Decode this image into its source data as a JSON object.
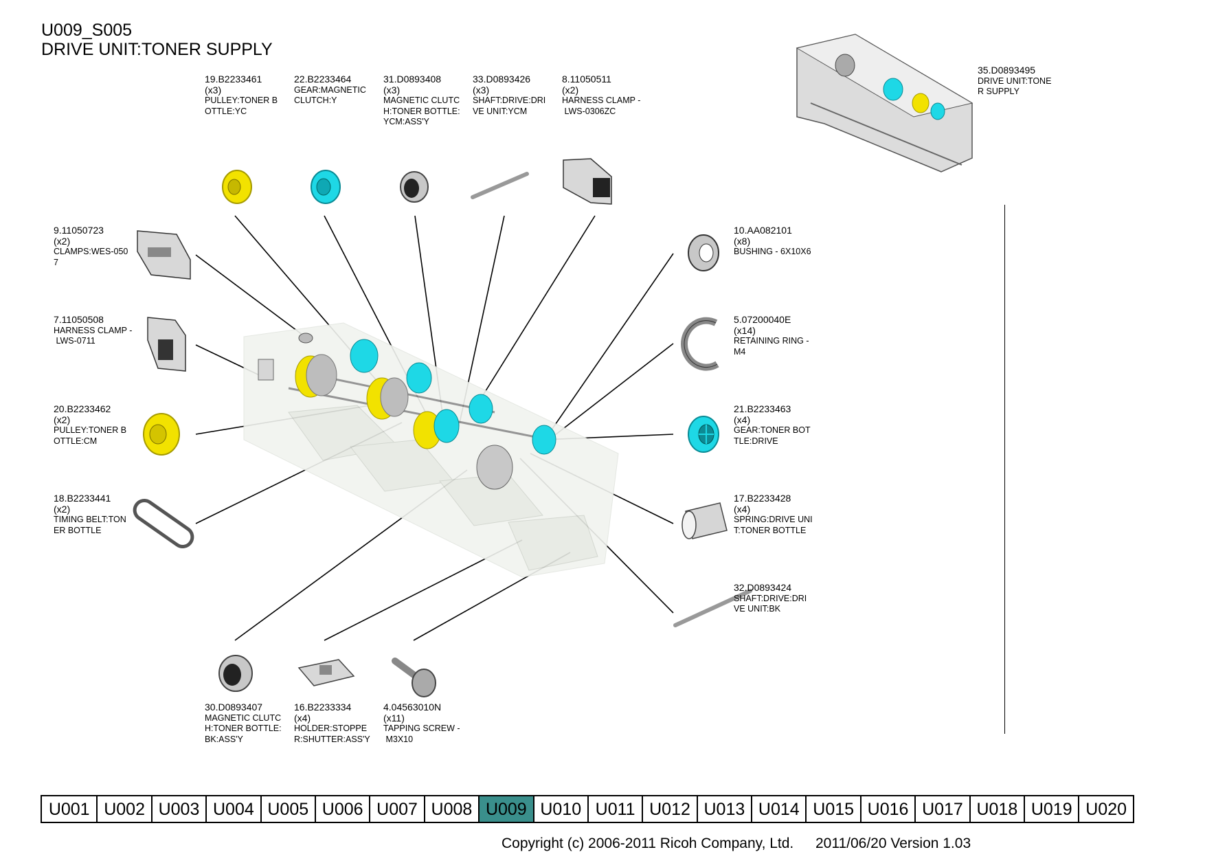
{
  "header": {
    "code": "U009_S005",
    "name": "DRIVE UNIT:TONER SUPPLY"
  },
  "parts": [
    {
      "id": "p35",
      "pn": "35.D0893495",
      "qty": "",
      "desc": [
        "DRIVE UNIT:TONE",
        "R SUPPLY"
      ]
    },
    {
      "id": "p19",
      "pn": "19.B2233461",
      "qty": "(x3)",
      "desc": [
        "PULLEY:TONER B",
        "OTTLE:YC"
      ]
    },
    {
      "id": "p22",
      "pn": "22.B2233464",
      "qty": "",
      "desc": [
        "GEAR:MAGNETIC",
        "CLUTCH:Y"
      ]
    },
    {
      "id": "p31",
      "pn": "31.D0893408",
      "qty": "(x3)",
      "desc": [
        "MAGNETIC CLUTC",
        "H:TONER BOTTLE:",
        "YCM:ASS'Y"
      ]
    },
    {
      "id": "p33",
      "pn": "33.D0893426",
      "qty": "(x3)",
      "desc": [
        "SHAFT:DRIVE:DRI",
        "VE UNIT:YCM"
      ]
    },
    {
      "id": "p8",
      "pn": "8.11050511",
      "qty": "(x2)",
      "desc": [
        "HARNESS CLAMP -",
        " LWS-0306ZC"
      ]
    },
    {
      "id": "p9",
      "pn": "9.11050723",
      "qty": "(x2)",
      "desc": [
        "CLAMPS:WES-050",
        "7"
      ]
    },
    {
      "id": "p7",
      "pn": "7.11050508",
      "qty": "",
      "desc": [
        "HARNESS CLAMP -",
        " LWS-0711"
      ]
    },
    {
      "id": "p20",
      "pn": "20.B2233462",
      "qty": "(x2)",
      "desc": [
        "PULLEY:TONER B",
        "OTTLE:CM"
      ]
    },
    {
      "id": "p18",
      "pn": "18.B2233441",
      "qty": "(x2)",
      "desc": [
        "TIMING BELT:TON",
        "ER BOTTLE"
      ]
    },
    {
      "id": "p10",
      "pn": "10.AA082101",
      "qty": "(x8)",
      "desc": [
        "BUSHING - 6X10X6"
      ]
    },
    {
      "id": "p5",
      "pn": "5.07200040E",
      "qty": "(x14)",
      "desc": [
        "RETAINING RING -",
        "M4"
      ]
    },
    {
      "id": "p21",
      "pn": "21.B2233463",
      "qty": "(x4)",
      "desc": [
        "GEAR:TONER BOT",
        "TLE:DRIVE"
      ]
    },
    {
      "id": "p17",
      "pn": "17.B2233428",
      "qty": "(x4)",
      "desc": [
        "SPRING:DRIVE UNI",
        "T:TONER BOTTLE"
      ]
    },
    {
      "id": "p32",
      "pn": "32.D0893424",
      "qty": "",
      "desc": [
        "SHAFT:DRIVE:DRI",
        "VE UNIT:BK"
      ]
    },
    {
      "id": "p30",
      "pn": "30.D0893407",
      "qty": "",
      "desc": [
        "MAGNETIC CLUTC",
        "H:TONER BOTTLE:",
        "BK:ASS'Y"
      ]
    },
    {
      "id": "p16",
      "pn": "16.B2233334",
      "qty": "(x4)",
      "desc": [
        "HOLDER:STOPPE",
        "R:SHUTTER:ASS'Y"
      ]
    },
    {
      "id": "p4",
      "pn": "4.04563010N",
      "qty": "(x11)",
      "desc": [
        "TAPPING SCREW -",
        " M3X10"
      ]
    }
  ],
  "nav": {
    "tabs": [
      "U001",
      "U002",
      "U003",
      "U004",
      "U005",
      "U006",
      "U007",
      "U008",
      "U009",
      "U010",
      "U011",
      "U012",
      "U013",
      "U014",
      "U015",
      "U016",
      "U017",
      "U018",
      "U019",
      "U020"
    ],
    "active": "U009"
  },
  "footer": {
    "copyright": "Copyright (c) 2006-2011 Ricoh Company, Ltd.",
    "version": "2011/06/20 Version 1.03"
  },
  "colors": {
    "yellow": "#f2e200",
    "cyan": "#1ed8e6",
    "grey": "#9a9a9a",
    "active_tab": "#3a8f8c"
  }
}
